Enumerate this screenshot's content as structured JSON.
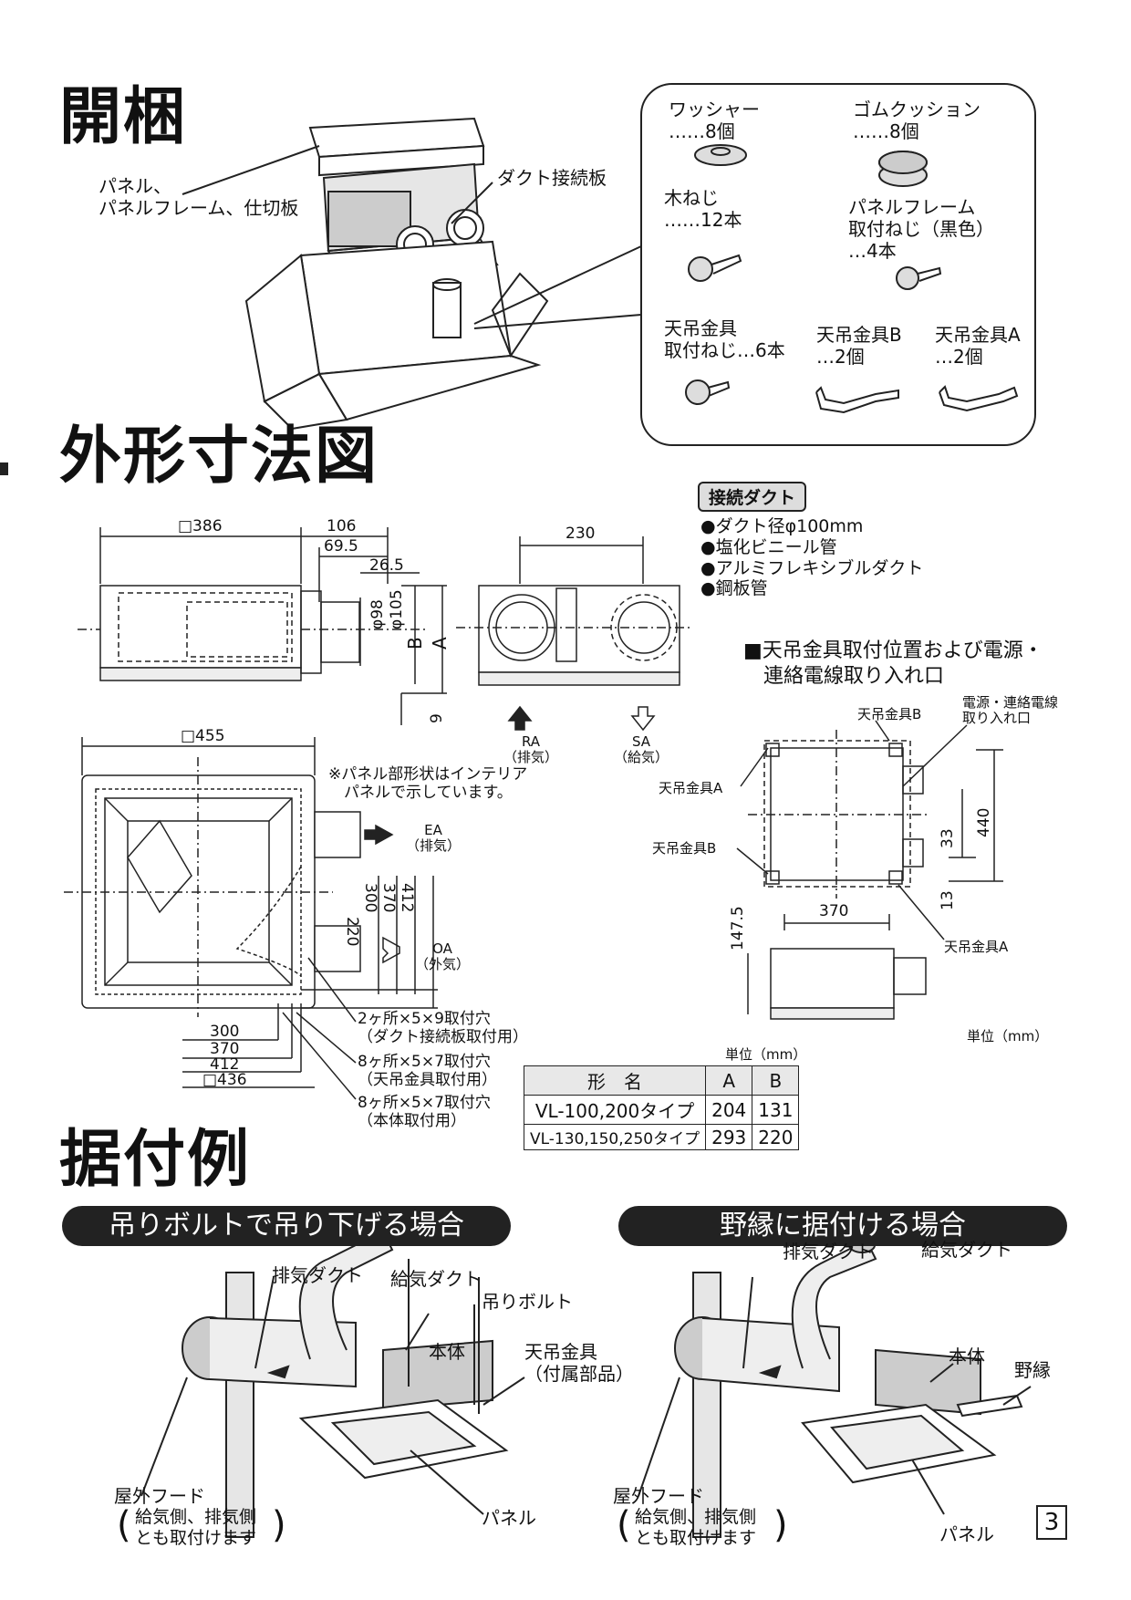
{
  "sections": {
    "unpacking": "開梱",
    "dimensions": "外形寸法図",
    "installation": "据付例"
  },
  "unpacking": {
    "label_panel": "パネル、\nパネルフレーム、仕切板",
    "label_duct_plate": "ダクト接続板",
    "parts": {
      "washer": "ワッシャー\n……8個",
      "rubber": "ゴムクッション\n……8個",
      "wood_screw": "木ねじ\n……12本",
      "panel_screw": "パネルフレーム\n取付ねじ（黒色）\n…4本",
      "hanger_screw": "天吊金具\n取付ねじ…6本",
      "hanger_b": "天吊金具B\n…2個",
      "hanger_a": "天吊金具A\n…2個"
    }
  },
  "dimensions": {
    "d386": "□386",
    "d106": "106",
    "d69": "69.5",
    "d26": "26.5",
    "d98": "φ98",
    "d105": "φ105",
    "dB": "B",
    "dA": "A",
    "d9": "9",
    "d230": "230",
    "ra": "RA\n（排気）",
    "sa": "SA\n（給気）",
    "d455": "□455",
    "note": "※パネル部形状はインテリア\n　パネルで示しています。",
    "ea": "EA\n（排気）",
    "oa": "OA\n（外気）",
    "v220": "220",
    "v300": "300",
    "v370": "370",
    "v412": "412",
    "h300": "300",
    "h370": "370",
    "h412": "412",
    "h436": "□436",
    "hole1": "2ヶ所×5×9取付穴\n（ダクト接続板取付用）",
    "hole2": "8ヶ所×5×7取付穴\n（天吊金具取付用）",
    "hole3": "8ヶ所×5×7取付穴\n（本体取付用）"
  },
  "duct": {
    "tag": "接続ダクト",
    "items": [
      "●ダクト径φ100mm",
      "●塩化ビニール管",
      "●アルミフレキシブルダクト",
      "●鋼板管"
    ]
  },
  "hanger_section": {
    "title": "■天吊金具取付位置および電源・\n　連絡電線取り入れ口",
    "hb_top": "天吊金具B",
    "power": "電源・連絡電線\n取り入れ口",
    "ha_left": "天吊金具A",
    "hb_left": "天吊金具B",
    "ha_right": "天吊金具A",
    "d440": "440",
    "d33": "33",
    "d13": "13",
    "d370": "370",
    "d147": "147.5",
    "unit": "単位（mm）"
  },
  "spec_table": {
    "unit": "単位（mm）",
    "headers": [
      "形　名",
      "A",
      "B"
    ],
    "rows": [
      [
        "VL-100,200タイプ",
        "204",
        "131"
      ],
      [
        "VL-130,150,250タイプ",
        "293",
        "220"
      ]
    ]
  },
  "install": {
    "left_title": "吊りボルトで吊り下げる場合",
    "right_title": "野縁に据付ける場合",
    "l_exhaust": "排気ダクト",
    "l_supply": "給気ダクト",
    "l_bolt": "吊りボルト",
    "l_body": "本体",
    "l_hanger": "天吊金具\n（付属部品）",
    "l_hood": "屋外フード",
    "l_hood_note": "給気側、排気側\nとも取付けます",
    "l_panel": "パネル",
    "r_exhaust": "排気ダクト",
    "r_supply": "給気ダクト",
    "r_body": "本体",
    "r_joist": "野縁",
    "r_hood": "屋外フード",
    "r_hood_note": "給気側、排気側\nとも取付けます",
    "r_panel": "パネル"
  },
  "page_number": "3"
}
